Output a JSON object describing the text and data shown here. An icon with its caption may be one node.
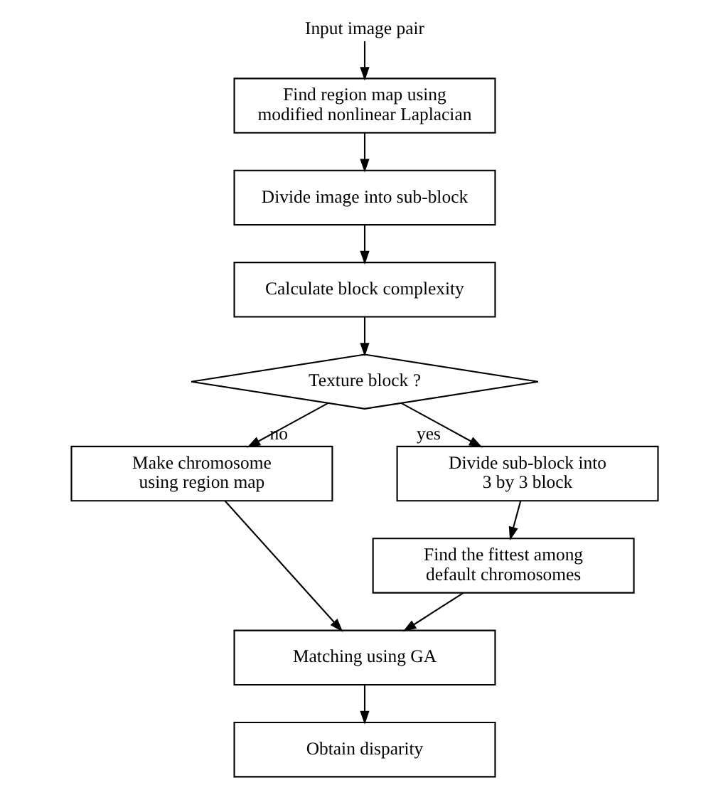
{
  "diagram": {
    "nodes": [
      {
        "text": [
          "Input image pair"
        ]
      },
      {
        "text": [
          "Find region map using modified nonlinear Laplacian"
        ]
      },
      {
        "text": [
          "Divide image into sub-block"
        ]
      },
      {
        "text": [
          "Calculate block complexity"
        ]
      },
      {
        "text": [
          "Texture block ?"
        ]
      },
      {
        "text": [
          "Make chromosome using region map"
        ]
      },
      {
        "text": [
          "Divide sub-block into 3 by 3 block"
        ]
      },
      {
        "text": [
          "Find the fittest among default chromosomes"
        ]
      },
      {
        "text": [
          "Matching using GA"
        ]
      },
      {
        "text": [
          "Obtain disparity"
        ]
      }
    ],
    "edges": [
      {
        "from": 0,
        "to": 1,
        "arrow": "to"
      },
      {
        "from": 1,
        "to": 2,
        "arrow": "to"
      },
      {
        "from": 2,
        "to": 3,
        "arrow": "to"
      },
      {
        "from": 3,
        "to": 4,
        "arrow": "to"
      },
      {
        "from": 4,
        "to": 5,
        "arrow": "to",
        "label": "no"
      },
      {
        "from": 4,
        "to": 6,
        "arrow": "to",
        "label": "yes"
      },
      {
        "from": 6,
        "to": 7,
        "arrow": "to"
      },
      {
        "from": 5,
        "to": 8,
        "arrow": "to"
      },
      {
        "from": 7,
        "to": 8,
        "arrow": "to"
      },
      {
        "from": 8,
        "to": 9,
        "arrow": "to"
      }
    ]
  }
}
